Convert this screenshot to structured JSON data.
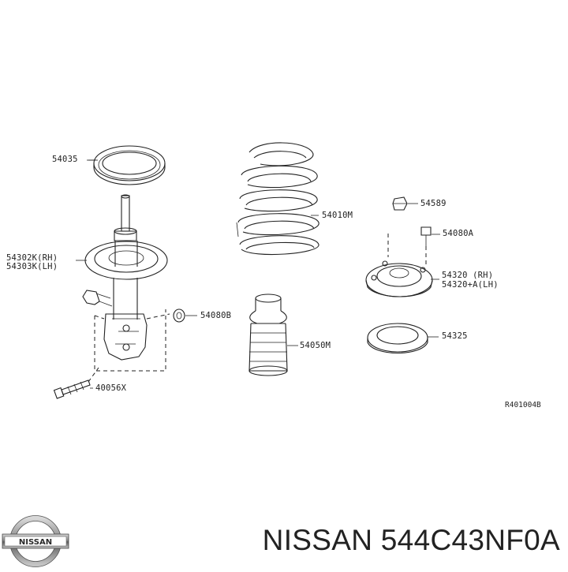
{
  "diagram": {
    "ref_code": "R401004B",
    "parts": [
      {
        "id": "54035",
        "label": "54035"
      },
      {
        "id": "54010M",
        "label": "54010M"
      },
      {
        "id": "54589",
        "label": "54589"
      },
      {
        "id": "54080A",
        "label": "54080A"
      },
      {
        "id": "54302K",
        "label": "54302K(RH)"
      },
      {
        "id": "54303K",
        "label": "54303K(LH)"
      },
      {
        "id": "54320",
        "label": "54320  (RH)"
      },
      {
        "id": "54320A",
        "label": "54320+A(LH)"
      },
      {
        "id": "54080B",
        "label": "54080B"
      },
      {
        "id": "54050M",
        "label": "54050M"
      },
      {
        "id": "54325",
        "label": "54325"
      },
      {
        "id": "40056X",
        "label": "40056X"
      }
    ]
  },
  "footer": {
    "brand_logo_text": "NISSAN",
    "title": "NISSAN 544C43NF0A"
  }
}
